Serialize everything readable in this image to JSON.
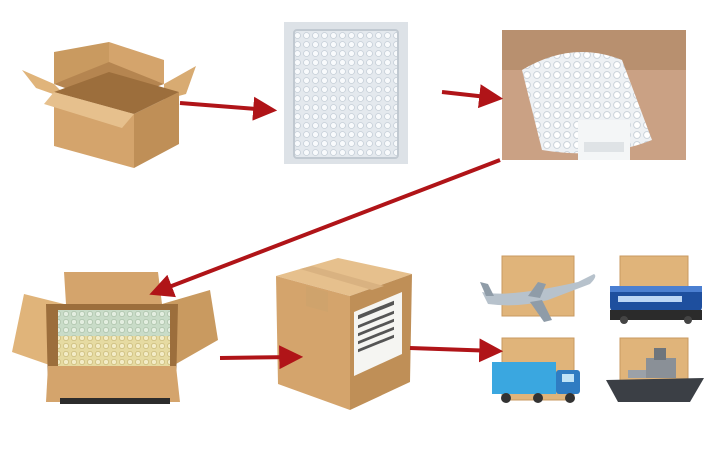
{
  "colors": {
    "arrow": "#b01418",
    "cardboard": "#d4a46c",
    "cardboard_dark": "#b58550",
    "cardboard_light": "#e6c08d",
    "bubble_wrap": "#e9eef2",
    "photo_background": "#caa184"
  },
  "steps": [
    {
      "id": "empty-carton",
      "icon": "open-box-icon"
    },
    {
      "id": "bubble-bag",
      "icon": "bubble-bag-icon"
    },
    {
      "id": "bubble-roll",
      "icon": "bubble-roll-icon"
    },
    {
      "id": "packed-carton",
      "icon": "packed-box-icon"
    },
    {
      "id": "sealed-carton",
      "icon": "sealed-box-icon"
    },
    {
      "id": "shipping-methods",
      "icon": "shipping-icons"
    }
  ],
  "transport": [
    {
      "mode": "air",
      "icon": "airplane-icon"
    },
    {
      "mode": "rail",
      "icon": "train-icon"
    },
    {
      "mode": "road",
      "icon": "truck-icon"
    },
    {
      "mode": "sea",
      "icon": "ship-icon"
    }
  ],
  "label": {
    "text_rows": [
      "■■-■■■ ■■■■",
      "■■■■",
      "■■■ ■■■",
      "■■■■"
    ]
  }
}
